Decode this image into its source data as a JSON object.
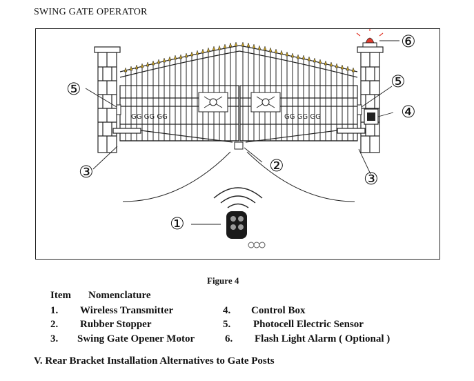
{
  "doc_title": "SWING GATE OPERATOR",
  "figure": {
    "caption": "Figure 4",
    "callouts": [
      "①",
      "②",
      "③",
      "③",
      "④",
      "⑤",
      "⑤",
      "⑥"
    ]
  },
  "legend": {
    "header_item": "Item",
    "header_name": "Nomenclature",
    "left": [
      {
        "num": "1.",
        "name": "Wireless Transmitter"
      },
      {
        "num": "2.",
        "name": "Rubber Stopper"
      },
      {
        "num": "3.",
        "name": "Swing Gate Opener Motor"
      }
    ],
    "right": [
      {
        "num": "4.",
        "name": "Control Box"
      },
      {
        "num": "5.",
        "name": "Photocell Electric Sensor"
      },
      {
        "num": "6.",
        "name": "Flash Light Alarm ( Optional )"
      }
    ]
  },
  "section_heading": "V. Rear Bracket Installation Alternatives to Gate Posts"
}
